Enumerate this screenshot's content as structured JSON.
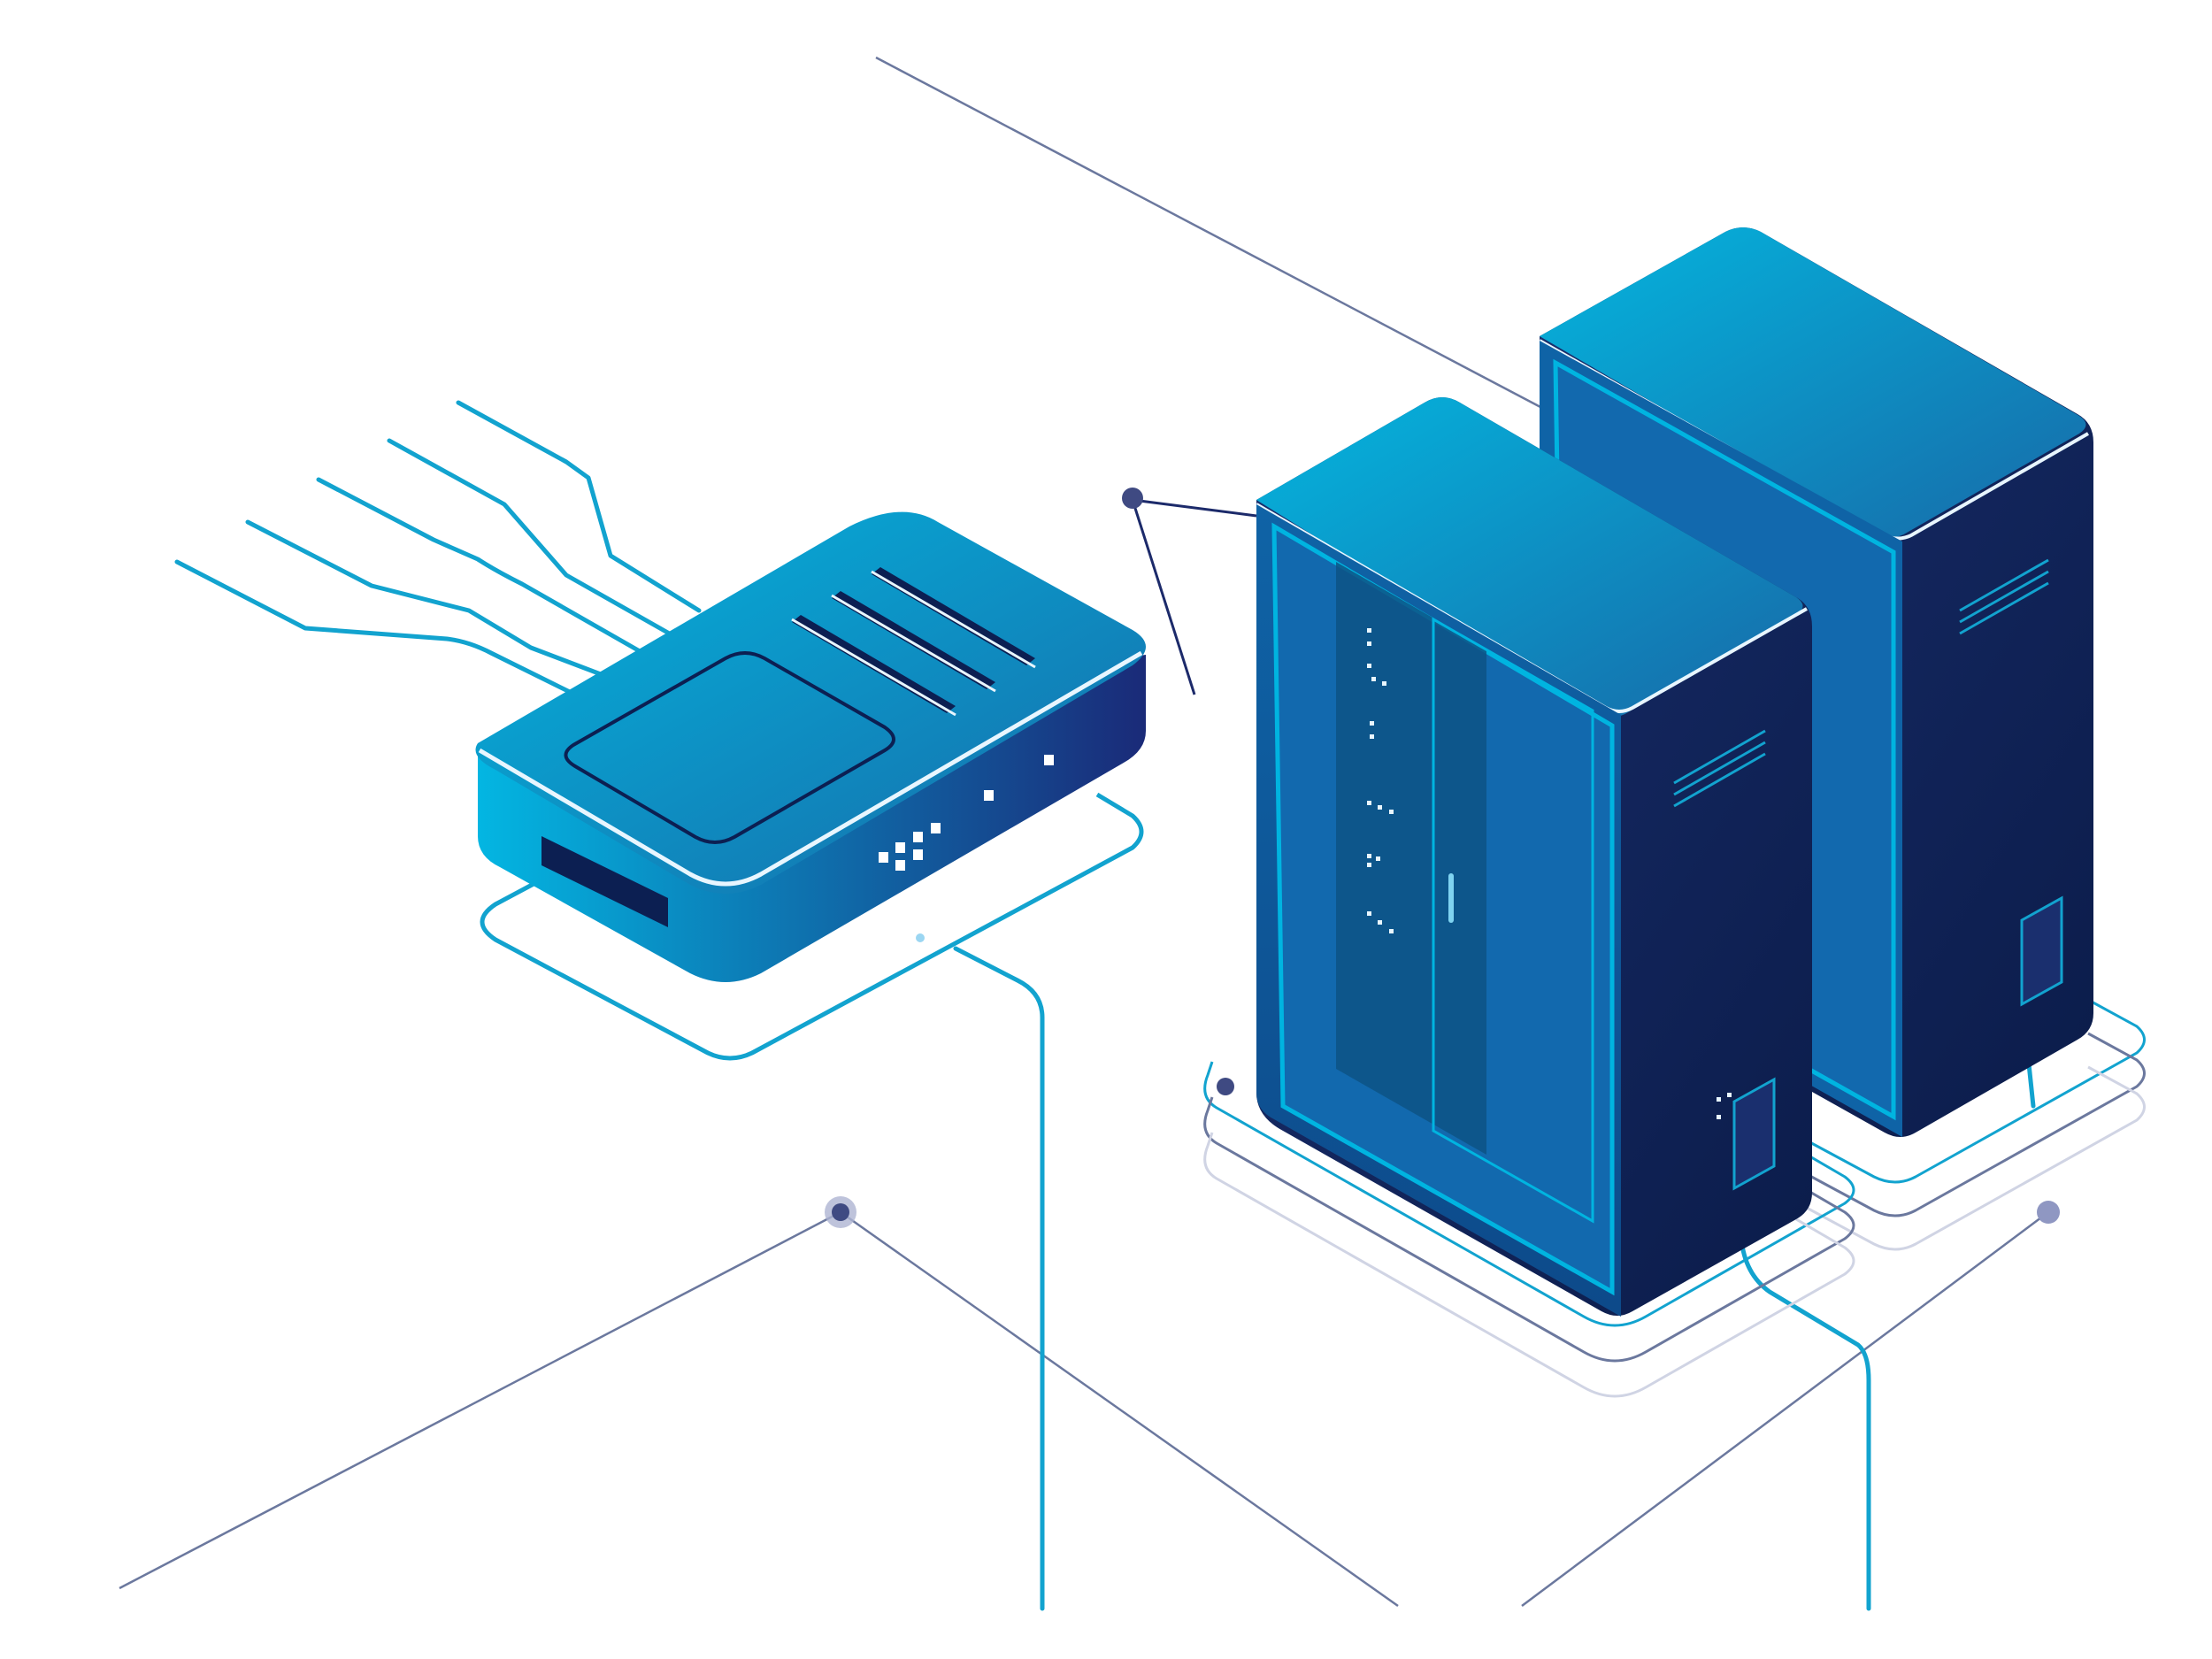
{
  "illustration": {
    "subject": "isometric-network-infrastructure",
    "elements": {
      "router": "network-router",
      "server_racks": [
        "server-rack-front",
        "server-rack-back"
      ],
      "cables": "network-cables",
      "connectors": "connection-nodes"
    },
    "colors": {
      "cyan": "#00b4e0",
      "blue": "#0d6eb0",
      "navy": "#1a2a78",
      "dark_navy": "#0c1f52",
      "cable": "#12a3cf",
      "line_gray": "#6b789e",
      "node": "#3f4a82",
      "highlight": "#e8f6ff"
    }
  }
}
